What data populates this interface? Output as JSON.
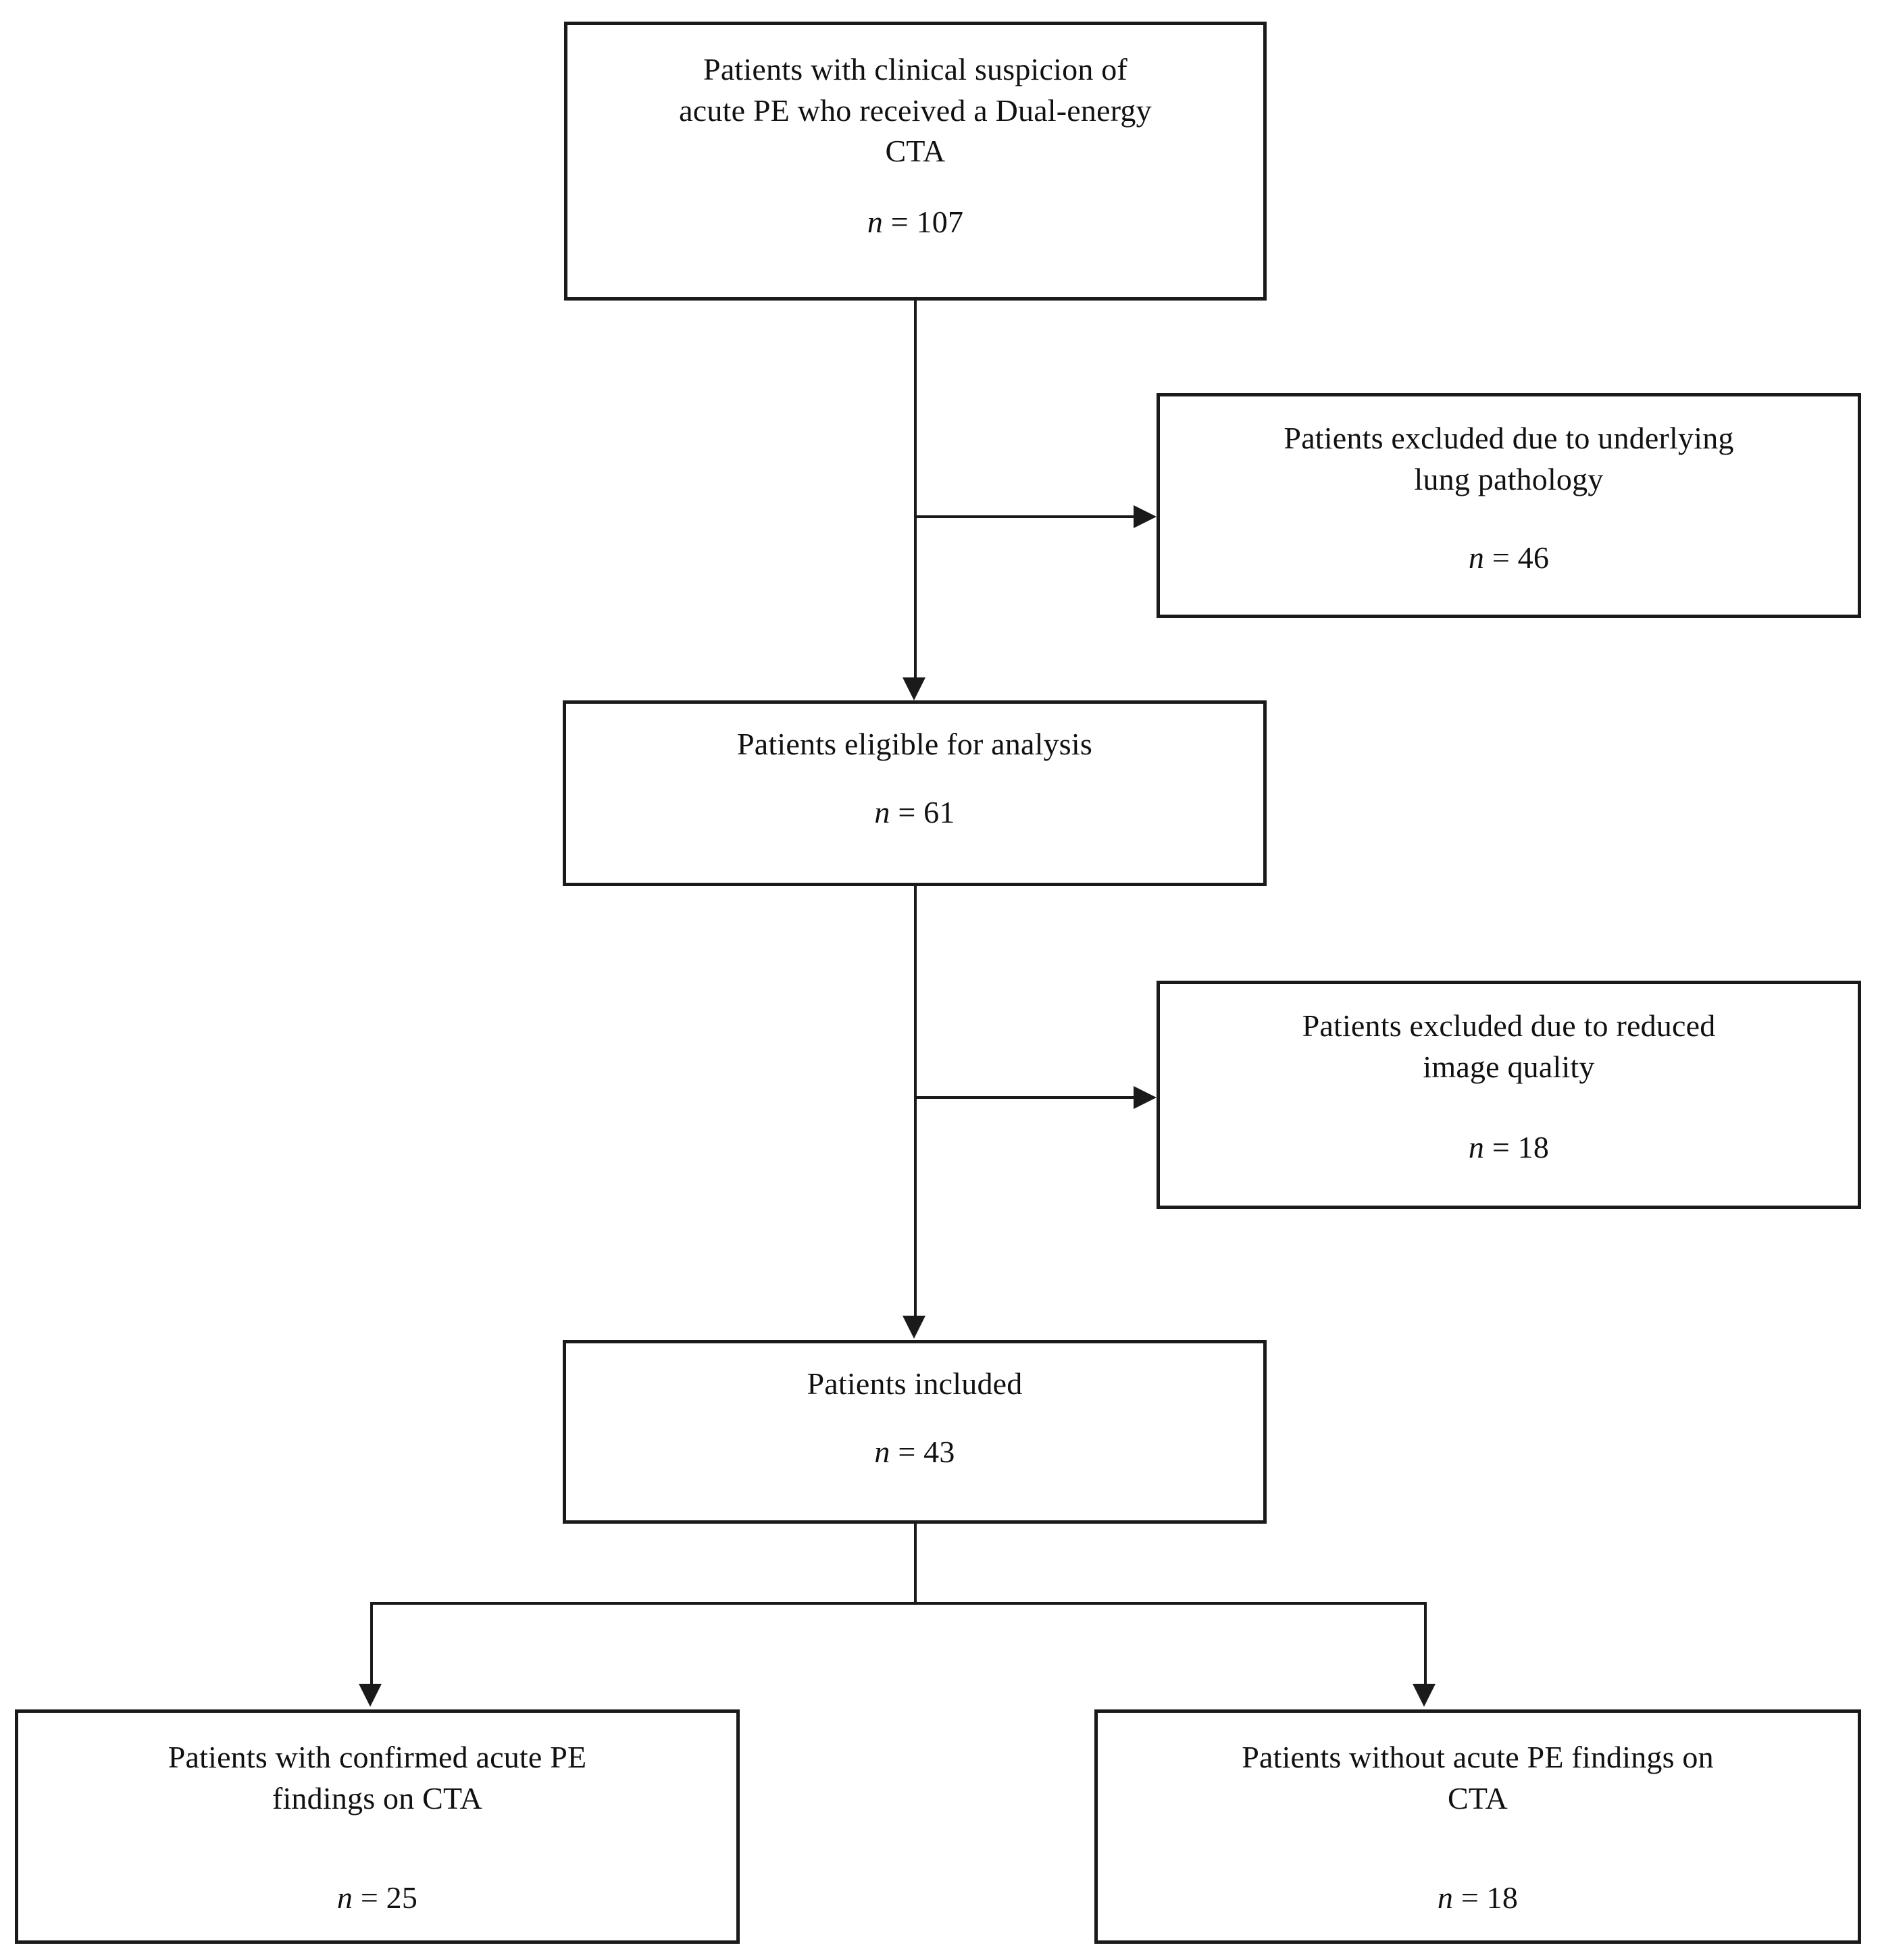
{
  "diagram": {
    "type": "study-flow-diagram",
    "nodes": {
      "screened": {
        "title": "Patients with clinical suspicion of\nacute PE who received a Dual-energy\nCTA",
        "count_label": "n",
        "count_value": "= 107"
      },
      "excluded_pathology": {
        "title": "Patients excluded due to underlying\nlung pathology",
        "count_label": "n",
        "count_value": "= 46"
      },
      "eligible": {
        "title": "Patients eligible for analysis",
        "count_label": "n",
        "count_value": "= 61"
      },
      "excluded_quality": {
        "title": "Patients excluded due to reduced\nimage quality",
        "count_label": "n",
        "count_value": "= 18"
      },
      "included": {
        "title": "Patients included",
        "count_label": "n",
        "count_value": "= 43"
      },
      "pe_positive": {
        "title": "Patients with confirmed acute PE\nfindings on CTA",
        "count_label": "n",
        "count_value": "= 25"
      },
      "pe_negative": {
        "title": "Patients without acute PE findings on\nCTA",
        "count_label": "n",
        "count_value": "= 18"
      }
    },
    "colors": {
      "line": "#1a1a1a",
      "text": "#111111",
      "background": "#ffffff"
    }
  }
}
